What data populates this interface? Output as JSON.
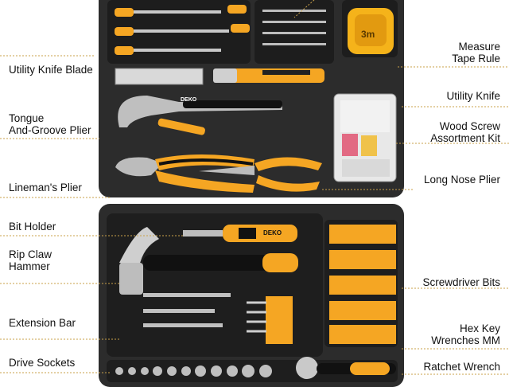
{
  "labels_left": [
    {
      "lines": [
        "Utility Knife Blade"
      ]
    },
    {
      "lines": [
        "Tongue",
        "And-Groove Plier"
      ]
    },
    {
      "lines": [
        "Lineman's Plier"
      ]
    },
    {
      "lines": [
        "Bit Holder"
      ]
    },
    {
      "lines": [
        "Rip Claw",
        "Hammer"
      ]
    },
    {
      "lines": [
        "Extension Bar"
      ]
    },
    {
      "lines": [
        "Drive Sockets"
      ]
    }
  ],
  "labels_right": [
    {
      "lines": [
        "Measure",
        "Tape Rule"
      ]
    },
    {
      "lines": [
        "Utility Knife"
      ]
    },
    {
      "lines": [
        "Wood Screw",
        "Assortment Kit"
      ]
    },
    {
      "lines": [
        "Long Nose Plier"
      ]
    },
    {
      "lines": [
        "Screwdriver Bits"
      ]
    },
    {
      "lines": [
        "Hex Key",
        "Wrenches MM"
      ]
    },
    {
      "lines": [
        "Ratchet Wrench"
      ]
    }
  ],
  "brand_text": "DEKO",
  "tape_text": "3m",
  "colors": {
    "tool_yellow": "#f5a623",
    "case": "#2c2c2c",
    "leader": "#c9a14a"
  }
}
